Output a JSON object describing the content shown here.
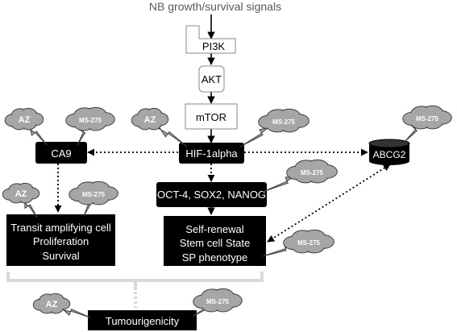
{
  "input_signal": "NB growth/survival signals",
  "nodes": {
    "pi3k": "PI3K",
    "akt": "AKT",
    "mtor": "mTOR",
    "hif": "HIF-1alpha",
    "ca9": "CA9",
    "abcg2": "ABCG2",
    "oct": "OCT-4, SOX2, NANOG",
    "tac_lines": [
      "Transit amplifying cell",
      "Proliferation",
      "Survival"
    ],
    "self_lines": [
      "Self-renewal",
      "Stem cell State",
      "SP phenotype"
    ],
    "tumour": "Tumourigenicity"
  },
  "inhibitors": {
    "az": "AZ",
    "ms": "MS-275"
  },
  "colors": {
    "box_black": "#000000",
    "box_white": "#ffffff",
    "cloud_fill": "#a6a6a6",
    "cloud_stroke": "#404040",
    "arrow": "#000000",
    "title_text": "#595959",
    "brace": "#d9d9d9"
  }
}
